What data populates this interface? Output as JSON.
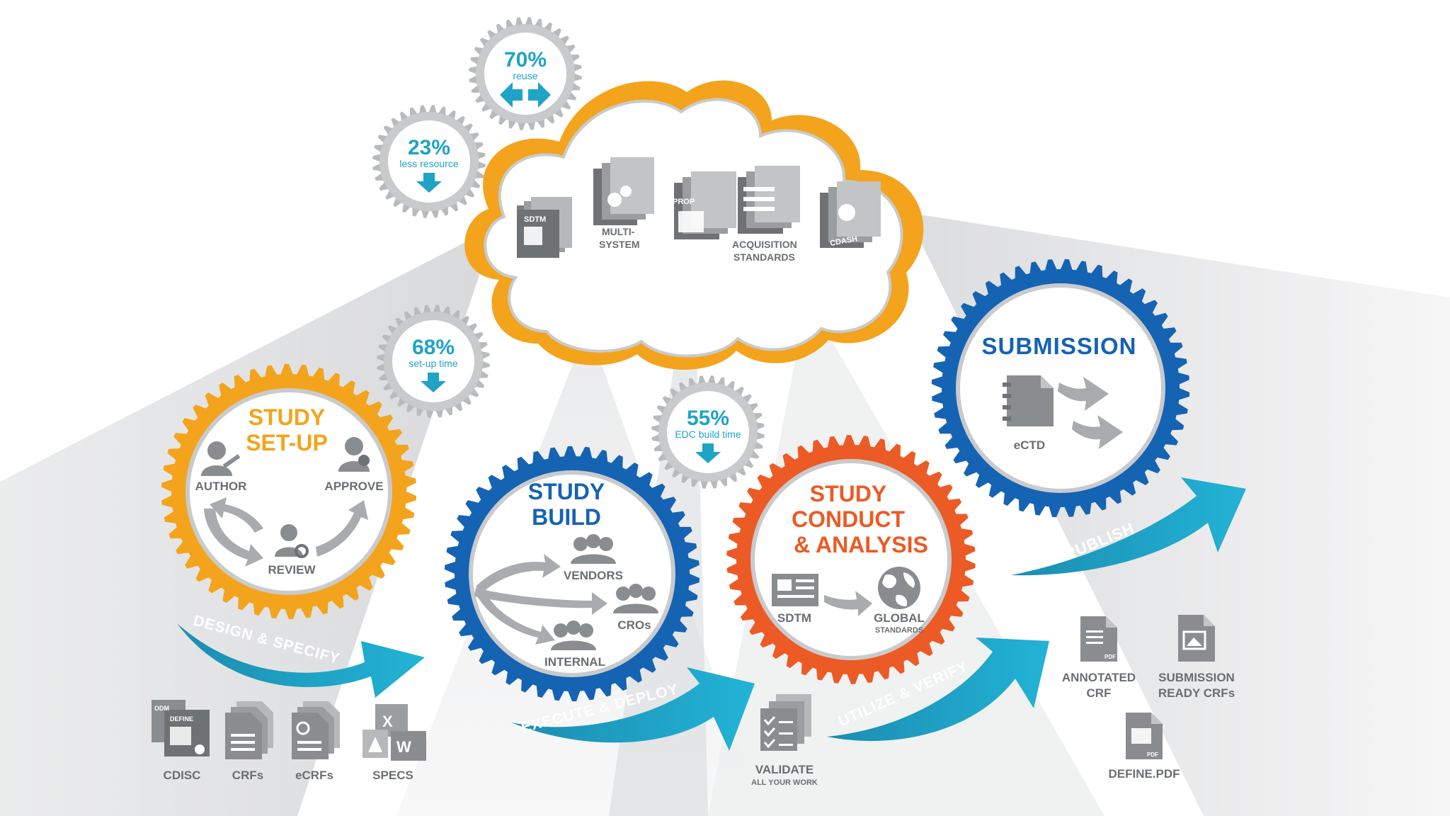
{
  "colors": {
    "orange": "#f3a41c",
    "blue": "#1563b3",
    "red": "#ec5a25",
    "teal": "#1fa3c7",
    "gray_icon": "#8a8d90",
    "gray_text": "#6b6e71",
    "silver": "#c9cacc"
  },
  "stats": {
    "reuse": {
      "value": "70%",
      "label": "reuse"
    },
    "resource": {
      "value": "23%",
      "label": "less resource"
    },
    "setup": {
      "value": "68%",
      "label": "set-up time"
    },
    "edc": {
      "value": "55%",
      "label": "EDC build time"
    }
  },
  "cloud": {
    "items": [
      "SDTM",
      "MULTI-",
      "SYSTEM",
      "PROP",
      "ACQUISITION",
      "STANDARDS",
      "CDASH"
    ]
  },
  "stages": {
    "setup": {
      "title_line1": "STUDY",
      "title_line2": "SET-UP",
      "items": [
        "AUTHOR",
        "APPROVE",
        "REVIEW"
      ],
      "arrow": "DESIGN & SPECIFY"
    },
    "build": {
      "title_line1": "STUDY",
      "title_line2": "BUILD",
      "items": [
        "VENDORS",
        "CROs",
        "INTERNAL"
      ],
      "arrow": "EXECUTE & DEPLOY"
    },
    "conduct": {
      "title_line1": "STUDY",
      "title_line2": "CONDUCT",
      "title_line3": "& ANALYSIS",
      "items": [
        "SDTM",
        "GLOBAL",
        "STANDARDS"
      ],
      "arrow": "UTILIZE & VERIFY"
    },
    "submission": {
      "title": "SUBMISSION",
      "items": [
        "eCTD"
      ],
      "arrow": "PUBLISH"
    }
  },
  "bottom": {
    "docs": [
      "CDISC",
      "CRFs",
      "eCRFs",
      "SPECS"
    ],
    "cdisc_tags": [
      "ODM",
      "DEFINE"
    ],
    "validate_line1": "VALIDATE",
    "validate_line2": "ALL YOUR WORK",
    "annotated_line1": "ANNOTATED",
    "annotated_line2": "CRF",
    "submission_ready_line1": "SUBMISSION",
    "submission_ready_line2": "READY CRFs",
    "define_pdf": "DEFINE.PDF",
    "pdf_tag": "PDF"
  }
}
